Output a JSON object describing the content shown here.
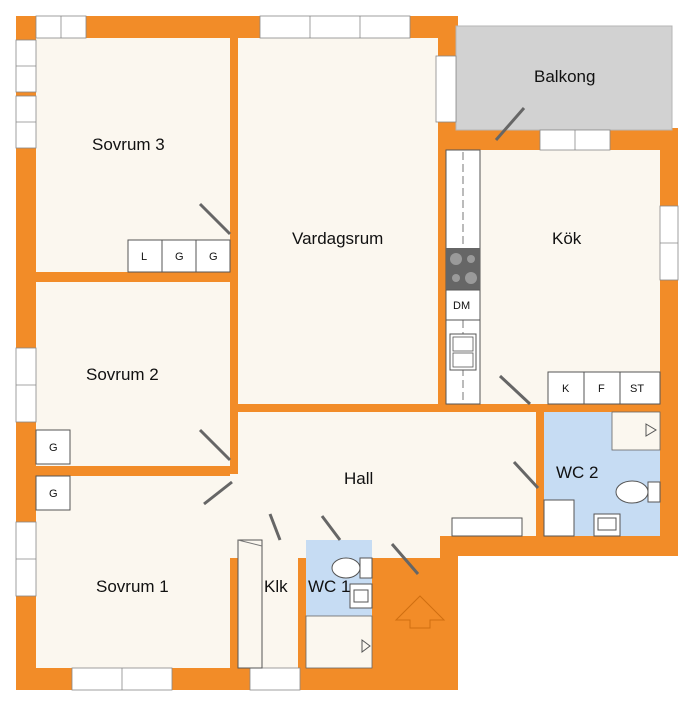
{
  "rooms": {
    "balkong": "Balkong",
    "sovrum3": "Sovrum 3",
    "vardagsrum": "Vardagsrum",
    "kok": "Kök",
    "sovrum2": "Sovrum 2",
    "hall": "Hall",
    "wc2": "WC 2",
    "sovrum1": "Sovrum 1",
    "klk": "Klk",
    "wc1": "WC 1"
  },
  "fixtures": {
    "linen": "L",
    "wardrobe": "G",
    "dishwasher": "DM",
    "fridge": "K",
    "freezer": "F",
    "broom_closet": "ST"
  },
  "colors": {
    "wall": "#f28c28",
    "floor": "#fbf7ef",
    "wet_room": "#c6dcf3",
    "balcony": "#d2d2d2"
  }
}
